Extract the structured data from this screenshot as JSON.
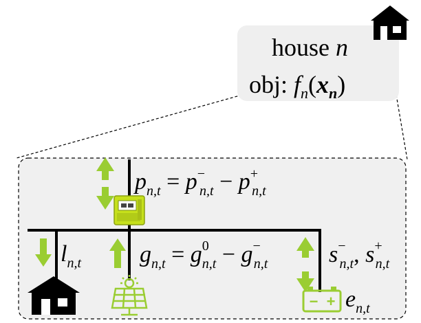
{
  "callout": {
    "line1": "house ",
    "line1_var": "n",
    "line2_prefix": "obj: ",
    "line2_f": "f",
    "line2_f_sub": "n",
    "line2_open": "(",
    "line2_x": "x",
    "line2_x_sub": "n",
    "line2_close": ")"
  },
  "labels": {
    "p": {
      "var": "p",
      "sub": "n,t",
      "eq": " = ",
      "minus": " − ",
      "t1": "p",
      "t1_sup": "−",
      "t1_sub": "n,t",
      "t2": "p",
      "t2_sup": "+",
      "t2_sub": "n,t"
    },
    "l": {
      "var": "l",
      "sub": "n,t"
    },
    "g": {
      "var": "g",
      "sub": "n,t",
      "eq": " = ",
      "minus": " − ",
      "t1": "g",
      "t1_sup": "0",
      "t1_sub": "n,t",
      "t2": "g",
      "t2_sup": "−",
      "t2_sub": "n,t"
    },
    "s": {
      "t1": "s",
      "t1_sup": "−",
      "t1_sub": "n,t",
      "comma": ", ",
      "t2": "s",
      "t2_sup": "+",
      "t2_sub": "n,t"
    },
    "e": {
      "var": "e",
      "sub": "n,t"
    }
  },
  "battery_signs": {
    "minus": "−",
    "plus": "+"
  },
  "icons": [
    "house-icon",
    "smart-meter-icon",
    "solar-panel-icon",
    "battery-icon",
    "bidirectional-arrow-icon",
    "down-arrow-icon",
    "up-arrow-icon"
  ],
  "colors": {
    "arrow_green": "#9acd32",
    "meter_green": "#c6e01c",
    "callout_fill": "#efefef",
    "panel_fill": "#f0f0f0",
    "line": "#000000",
    "house": "#000000"
  }
}
